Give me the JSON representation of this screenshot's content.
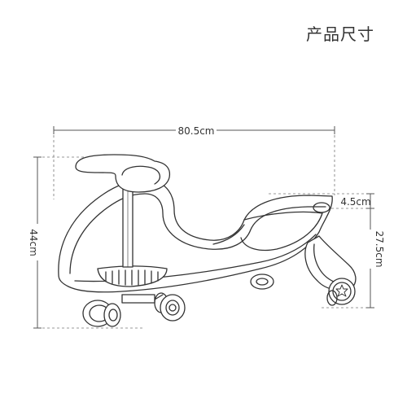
{
  "header": {
    "title": "产品尺寸"
  },
  "dimensions": {
    "length": "80.5cm",
    "height": "44cm",
    "rear_height": "27.5cm",
    "top_offset": "4.5cm"
  },
  "colors": {
    "line": "#333333",
    "dim_line": "#555555"
  }
}
